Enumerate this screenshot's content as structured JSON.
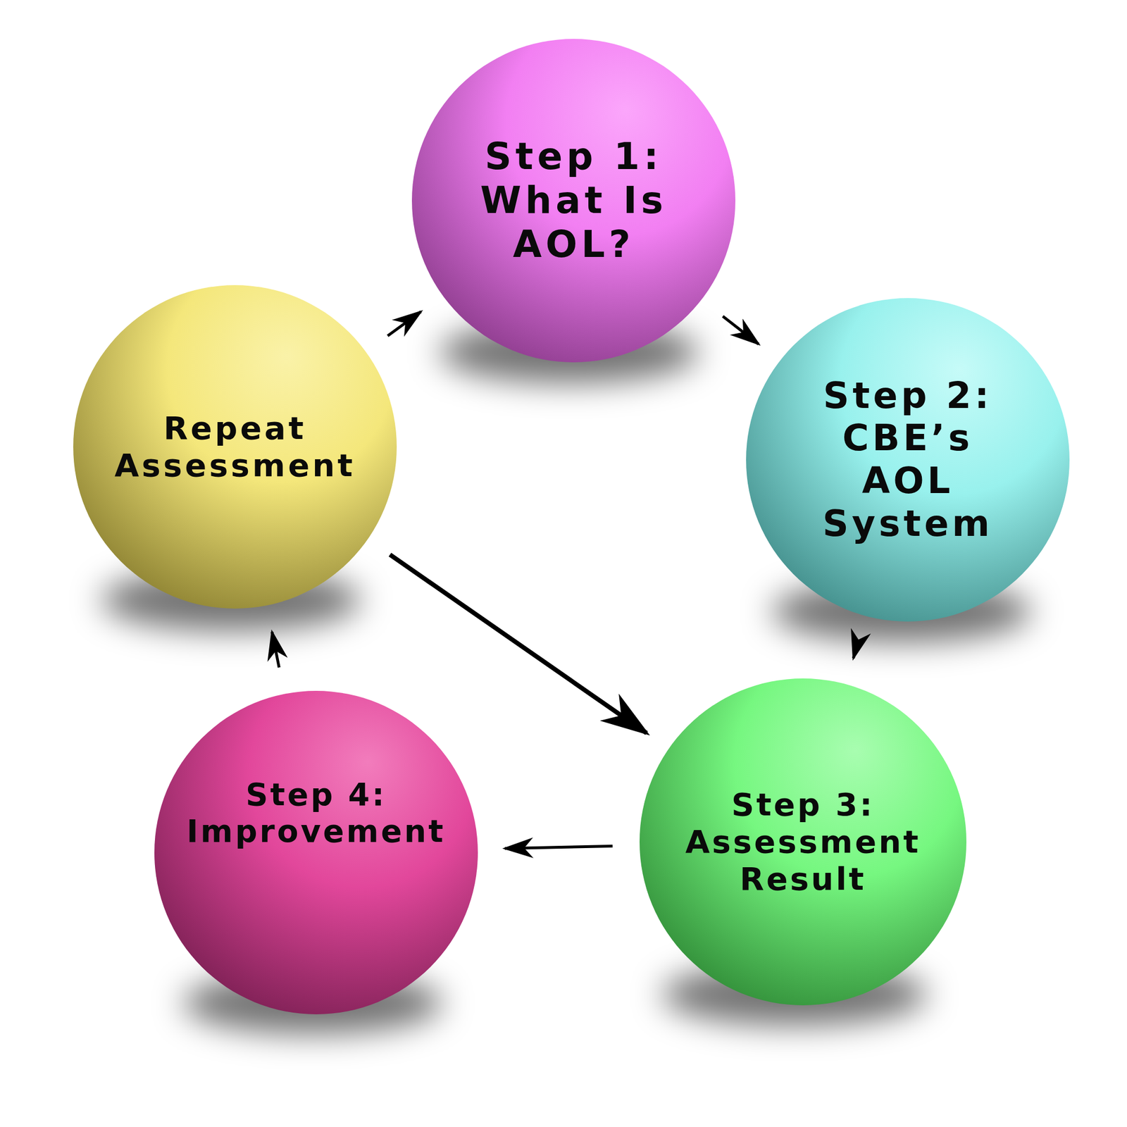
{
  "diagram": {
    "nodes": [
      {
        "text": [
          "Step 1: What Is AOL?"
        ]
      },
      {
        "text": [
          "Step 2: CBE’s AOL System"
        ]
      },
      {
        "text": [
          "Step 3: Assessment Result"
        ]
      },
      {
        "text": [
          "Step 4: Improvement"
        ]
      },
      {
        "text": [
          "Repeat Assessment"
        ]
      }
    ],
    "edges": [
      {
        "from": 0,
        "to": 1,
        "arrow": "to"
      },
      {
        "from": 1,
        "to": 2,
        "arrow": "to"
      },
      {
        "from": 2,
        "to": 3,
        "arrow": "to"
      },
      {
        "from": 3,
        "to": 4,
        "arrow": "to"
      },
      {
        "from": 4,
        "to": 0,
        "arrow": "to"
      },
      {
        "from": 4,
        "to": 2,
        "arrow": "to"
      }
    ]
  }
}
